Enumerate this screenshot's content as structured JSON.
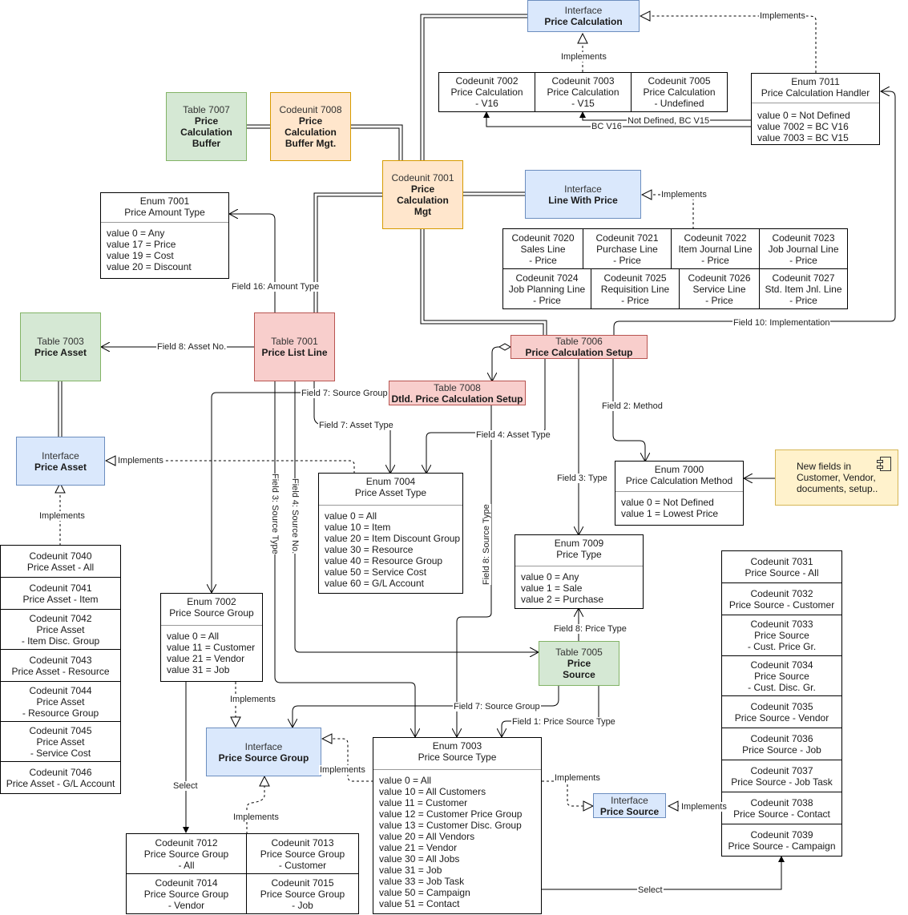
{
  "nodes": {
    "iface_price_calc": {
      "type": "Interface",
      "name": "Price Calculation"
    },
    "cu7002": {
      "type": "Codeunit 7002",
      "name": "Price Calculation",
      "sub": "- V16"
    },
    "cu7003": {
      "type": "Codeunit 7003",
      "name": "Price Calculation",
      "sub": "- V15"
    },
    "cu7005": {
      "type": "Codeunit 7005",
      "name": "Price Calculation",
      "sub": "- Undefined"
    },
    "enum7011": {
      "type": "Enum 7011",
      "name": "Price Calculation Handler",
      "values": [
        "value 0 = Not Defined",
        "value 7002 = BC V16",
        "value 7003 = BC V15"
      ]
    },
    "t7007": {
      "type": "Table 7007",
      "name": "Price Calculation Buffer",
      "lines": [
        "Price",
        "Calculation",
        "Buffer"
      ]
    },
    "cu7008": {
      "type": "Codeunit 7008",
      "name": "Price Calculation Buffer Mgt.",
      "lines": [
        "Price",
        "Calculation",
        "Buffer Mgt."
      ]
    },
    "cu7001": {
      "type": "Codeunit 7001",
      "name": "Price Calculation Mgt",
      "lines": [
        "Price",
        "Calculation",
        "Mgt"
      ]
    },
    "iface_line_with_price": {
      "type": "Interface",
      "name": "Line With Price"
    },
    "line_codeunits": [
      {
        "type": "Codeunit 7020",
        "name": "Sales Line",
        "sub": "- Price"
      },
      {
        "type": "Codeunit 7021",
        "name": "Purchase Line",
        "sub": "- Price"
      },
      {
        "type": "Codeunit 7022",
        "name": "Item Journal Line",
        "sub": "- Price"
      },
      {
        "type": "Codeunit 7023",
        "name": "Job Journal Line",
        "sub": "- Price"
      },
      {
        "type": "Codeunit 7024",
        "name": "Job Planning Line",
        "sub": "- Price"
      },
      {
        "type": "Codeunit 7025",
        "name": "Requisition Line",
        "sub": "- Price"
      },
      {
        "type": "Codeunit 7026",
        "name": "Service Line",
        "sub": "- Price"
      },
      {
        "type": "Codeunit 7027",
        "name": "Std. Item Jnl. Line",
        "sub": "- Price"
      }
    ],
    "enum7001": {
      "type": "Enum 7001",
      "name": "Price Amount Type",
      "values": [
        "value 0 = Any",
        "value 17 = Price",
        "value 19 = Cost",
        "value 20 = Discount"
      ]
    },
    "t7003": {
      "type": "Table 7003",
      "name": "Price Asset"
    },
    "t7001": {
      "type": "Table 7001",
      "name": "Price List Line"
    },
    "t7006": {
      "type": "Table 7006",
      "name": "Price Calculation Setup"
    },
    "t7008": {
      "type": "Table 7008",
      "name": "Dtld. Price Calculation Setup"
    },
    "iface_price_asset": {
      "type": "Interface",
      "name": "Price Asset"
    },
    "enum7004": {
      "type": "Enum 7004",
      "name": "Price Asset Type",
      "values": [
        "value 0 = All",
        "value 10 = Item",
        "value 20 = Item Discount Group",
        "value 30 = Resource",
        "value 40 = Resource Group",
        "value 50 = Service Cost",
        "value 60 = G/L Account"
      ]
    },
    "enum7000": {
      "type": "Enum 7000",
      "name": "Price Calculation Method",
      "values": [
        "value 0 = Not Defined",
        "value 1 = Lowest Price"
      ]
    },
    "note": {
      "text": "New fields in Customer, Vendor, documents, setup..",
      "lines": [
        "New fields in",
        "Customer, Vendor,",
        "documents, setup.."
      ]
    },
    "enum7009": {
      "type": "Enum 7009",
      "name": "Price Type",
      "values": [
        "value 0 = Any",
        "value 1 = Sale",
        "value 2 = Purchase"
      ]
    },
    "asset_codeunits": [
      {
        "type": "Codeunit 7040",
        "name": "Price Asset - All"
      },
      {
        "type": "Codeunit 7041",
        "name": "Price Asset - Item"
      },
      {
        "type": "Codeunit 7042",
        "name": "Price Asset",
        "sub": "- Item Disc. Group"
      },
      {
        "type": "Codeunit 7043",
        "name": "Price Asset - Resource"
      },
      {
        "type": "Codeunit 7044",
        "name": "Price Asset",
        "sub": "- Resource Group"
      },
      {
        "type": "Codeunit 7045",
        "name": "Price Asset",
        "sub": "- Service Cost"
      },
      {
        "type": "Codeunit 7046",
        "name": "Price Asset - G/L Account"
      }
    ],
    "enum7002": {
      "type": "Enum 7002",
      "name": "Price Source Group",
      "values": [
        "value 0 = All",
        "value 11 = Customer",
        "value 21 = Vendor",
        "value 31 = Job"
      ]
    },
    "t7005": {
      "type": "Table 7005",
      "name": "Price Source",
      "lines": [
        "Price",
        "Source"
      ]
    },
    "iface_price_source_group": {
      "type": "Interface",
      "name": "Price Source Group"
    },
    "enum7003": {
      "type": "Enum 7003",
      "name": "Price Source Type",
      "values": [
        "value 0 = All",
        "value 10 = All Customers",
        "value 11 = Customer",
        "value 12 = Customer Price Group",
        "value 13 = Customer Disc. Group",
        "value 20 = All Vendors",
        "value 21 = Vendor",
        "value 30 = All Jobs",
        "value 31 = Job",
        "value 33 = Job Task",
        "value 50 = Campaign",
        "value 51 = Contact"
      ]
    },
    "iface_price_source": {
      "type": "Interface",
      "name": "Price Source"
    },
    "source_group_codeunits": [
      {
        "type": "Codeunit 7012",
        "name": "Price Source Group",
        "sub": "- All"
      },
      {
        "type": "Codeunit 7013",
        "name": "Price Source Group",
        "sub": "- Customer"
      },
      {
        "type": "Codeunit 7014",
        "name": "Price Source Group",
        "sub": "- Vendor"
      },
      {
        "type": "Codeunit 7015",
        "name": "Price Source Group",
        "sub": "- Job"
      }
    ],
    "source_codeunits": [
      {
        "type": "Codeunit 7031",
        "name": "Price Source - All"
      },
      {
        "type": "Codeunit 7032",
        "name": "Price Source - Customer"
      },
      {
        "type": "Codeunit 7033",
        "name": "Price Source",
        "sub": "- Cust. Price Gr."
      },
      {
        "type": "Codeunit 7034",
        "name": "Price Source",
        "sub": "- Cust. Disc. Gr."
      },
      {
        "type": "Codeunit 7035",
        "name": "Price Source - Vendor"
      },
      {
        "type": "Codeunit 7036",
        "name": "Price Source - Job"
      },
      {
        "type": "Codeunit 7037",
        "name": "Price Source - Job Task"
      },
      {
        "type": "Codeunit 7038",
        "name": "Price Source - Contact"
      },
      {
        "type": "Codeunit 7039",
        "name": "Price Source - Campaign"
      }
    ]
  },
  "edges": {
    "impl_handler": "Implements",
    "impl_v15": "Implements",
    "not_defined_v15": "Not Defined, BC V15",
    "bc_v16": "BC V16",
    "impl_line_with_price": "Implements",
    "field16": "Field 16: Amount Type",
    "field10": "Field 10: Implementation",
    "field8_asset_no": "Field 8: Asset No.",
    "field7_source_group": "Field 7: Source Group",
    "field7_asset_type": "Field 7: Asset Type",
    "field4_asset_type": "Field 4: Asset Type",
    "field2_method": "Field 2: Method",
    "impl_price_asset": "Implements",
    "impl_asset_codeunits": "Implements",
    "field3_source_type": "Field 3: Source Type",
    "field4_source_no": "Field 4: Source No.",
    "field8_source_type": "Field 8: Source Type",
    "field3_type": "Field 3: Type",
    "field8_price_type": "Field 8: Price Type",
    "impl_enum7002": "Implements",
    "field7_source_group_t7005": "Field 7: Source Group",
    "field1_price_source_type": "Field 1: Price Source Type",
    "impl_enum7003_psg": "Implements",
    "impl_enum7003_ps": "Implements",
    "impl_source_codeunits": "Implements",
    "select_group": "Select",
    "impl_group_codeunits": "Implements",
    "select_source": "Select"
  },
  "colors": {
    "interface": "#dae8fc",
    "table_core": "#f8cecc",
    "table_support": "#d5e8d4",
    "codeunit_mgt": "#ffe6cc",
    "note": "#fff2cc"
  }
}
